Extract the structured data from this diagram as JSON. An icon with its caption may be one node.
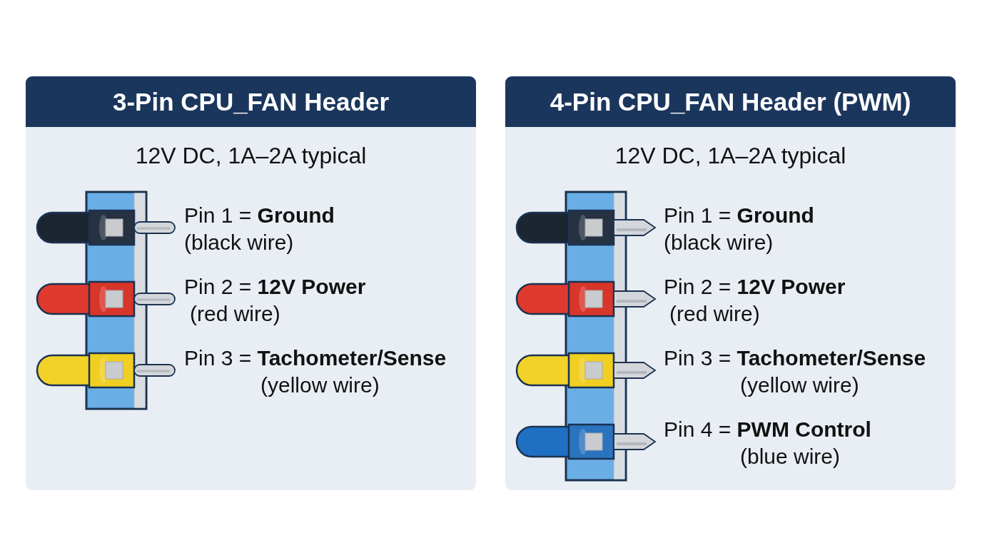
{
  "diagram": {
    "nodes": [
      {
        "text": [
          "3-Pin CPU_FAN Header",
          "12V DC, 1A–2A typical",
          "Pin 1 = **Ground** (black wire)",
          "Pin 2 = **12V Power** (red wire)",
          "Pin 3 = **Tachometer/Sense** (yellow wire)"
        ]
      },
      {
        "text": [
          "4-Pin CPU_FAN Header (PWM)",
          "12V DC, 1A–2A typical",
          "Pin 1 = **Ground** (black wire)",
          "Pin 2 = **12V Power** (red wire)",
          "Pin 3 = **Tachometer/Sense** (yellow wire)",
          "Pin 4 = **PWM Control** (blue wire)"
        ]
      }
    ]
  }
}
